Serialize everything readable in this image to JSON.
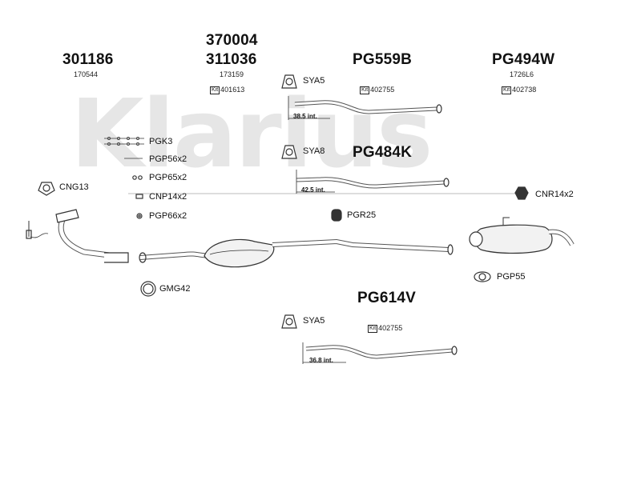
{
  "watermark": "Klarius",
  "codes": {
    "c301186": "301186",
    "c170544": "170544",
    "c370004": "370004",
    "c311036": "311036",
    "c173159": "173159",
    "kit_401613": "401613",
    "pg559b": "PG559B",
    "kit_402755_a": "402755",
    "pg494w": "PG494W",
    "c1726l6": "1726L6",
    "kit_402738": "402738",
    "pg484k": "PG484K",
    "pg614v": "PG614V",
    "kit_402755_b": "402755"
  },
  "kit_label": "Kit",
  "parts": {
    "sya5_top": "SYA5",
    "sya8": "SYA8",
    "pgk3": "PGK3",
    "pgp56": "PGP56x2",
    "pgp65": "PGP65x2",
    "cng13": "CNG13",
    "cnp14": "CNP14x2",
    "pgp66": "PGP66x2",
    "pgr25": "PGR25",
    "cnr14": "CNR14x2",
    "gmg42": "GMG42",
    "pgp55": "PGP55",
    "sya5_bottom": "SYA5"
  },
  "dims": {
    "d1": "38.5 int.",
    "d2": "42.5 int.",
    "d3": "36.8 int."
  }
}
